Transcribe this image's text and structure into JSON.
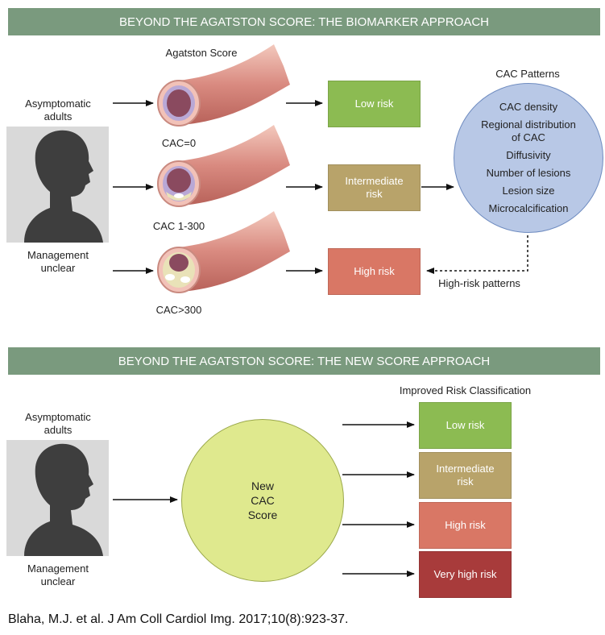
{
  "colors": {
    "banner": "#7a9a7e",
    "low": "#8cbb52",
    "intermediate": "#b8a36a",
    "high": "#d97765",
    "very_high": "#a83b3b",
    "patterns_circle": "#b8c8e6",
    "score_circle": "#dfe98e"
  },
  "top": {
    "banner": "BEYOND THE AGATSTON SCORE: THE BIOMARKER APPROACH",
    "agatston_label": "Agatston Score",
    "person_label_top": "Asymptomatic\nadults",
    "person_label_bottom": "Management\nunclear",
    "vessels": [
      {
        "label": "CAC=0",
        "risk": "Low risk"
      },
      {
        "label": "CAC 1-300",
        "risk": "Intermediate\nrisk"
      },
      {
        "label": "CAC>300",
        "risk": "High risk"
      }
    ],
    "patterns_title": "CAC Patterns",
    "patterns": [
      "CAC density",
      "Regional distribution\nof CAC",
      "Diffusivity",
      "Number of lesions",
      "Lesion size",
      "Microcalcification"
    ],
    "high_risk_patterns": "High-risk patterns"
  },
  "bottom": {
    "banner": "BEYOND THE AGATSTON SCORE: THE NEW SCORE APPROACH",
    "person_label_top": "Asymptomatic\nadults",
    "person_label_bottom": "Management\nunclear",
    "score_label": "New\nCAC\nScore",
    "classification_title": "Improved Risk Classification",
    "risks": [
      "Low risk",
      "Intermediate\nrisk",
      "High risk",
      "Very high risk"
    ]
  },
  "citation": "Blaha, M.J. et al. J Am Coll Cardiol Img. 2017;10(8):923-37."
}
